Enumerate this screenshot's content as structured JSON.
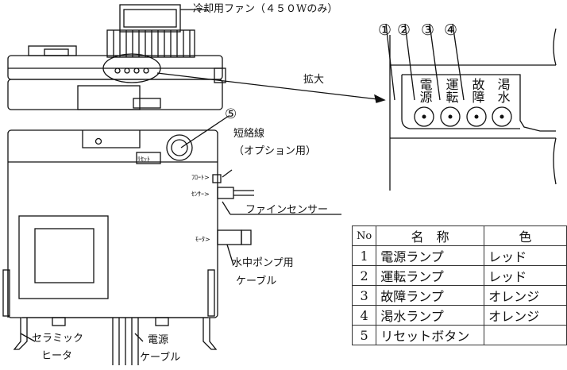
{
  "callouts": {
    "fan": "冷却用ファン（４５０Wのみ）",
    "magnify": "拡大",
    "reset_number": "⑤",
    "shorting_wire_1": "短絡線",
    "shorting_wire_2": "（オプション用）",
    "fine_sensor": "ファインセンサー",
    "pump_cable_1": "水中ポンプ用",
    "pump_cable_2": "ケーブル",
    "ceramic_1": "セラミック",
    "ceramic_2": "ヒータ",
    "power_cable_1": "電源",
    "power_cable_2": "ケーブル"
  },
  "panel_labels": {
    "reset": "ﾘｾｯﾄ",
    "float": "ﾌﾛｰﾄ>",
    "sensor": "ｾﾝｻｰ>",
    "motor": "ﾓｰﾀ>"
  },
  "lamp_numbers": [
    "①",
    "②",
    "③",
    "④"
  ],
  "lamp_labels": [
    "電源",
    "運転",
    "故障",
    "渇水"
  ],
  "table": {
    "headers": [
      "No",
      "名　称",
      "色"
    ],
    "rows": [
      {
        "no": "1",
        "name": "電源ランプ",
        "color": "レッド"
      },
      {
        "no": "2",
        "name": "運転ランプ",
        "color": "レッド"
      },
      {
        "no": "3",
        "name": "故障ランプ",
        "color": "オレンジ"
      },
      {
        "no": "4",
        "name": "渇水ランプ",
        "color": "オレンジ"
      },
      {
        "no": "5",
        "name": "リセットボタン",
        "color": ""
      }
    ]
  }
}
